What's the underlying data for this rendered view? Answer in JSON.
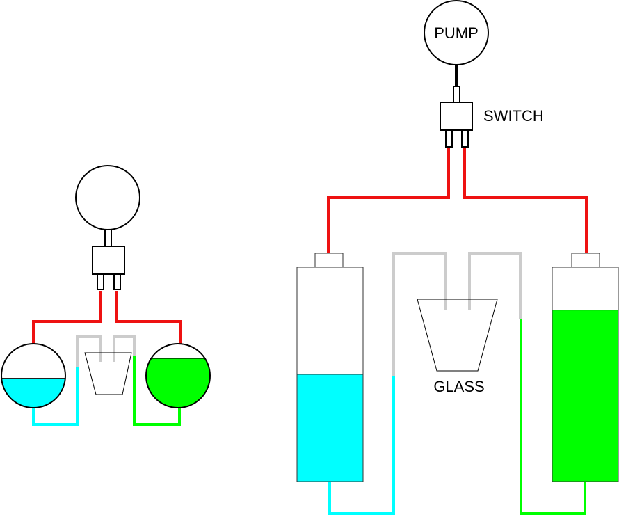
{
  "colors": {
    "air_line": "#ee1111",
    "cyan_liquid": "#00ffff",
    "green_liquid": "#00ff00",
    "empty_tube": "#cccccc",
    "outline": "#000000"
  },
  "small_diagram": {
    "pump_label": "",
    "left_reservoir_fill": 0.46,
    "right_reservoir_fill": 0.77
  },
  "large_diagram": {
    "pump_label": "PUMP",
    "switch_label": "SWITCH",
    "glass_label": "GLASS",
    "left_bottle_fill": 0.5,
    "right_bottle_fill": 0.8
  }
}
